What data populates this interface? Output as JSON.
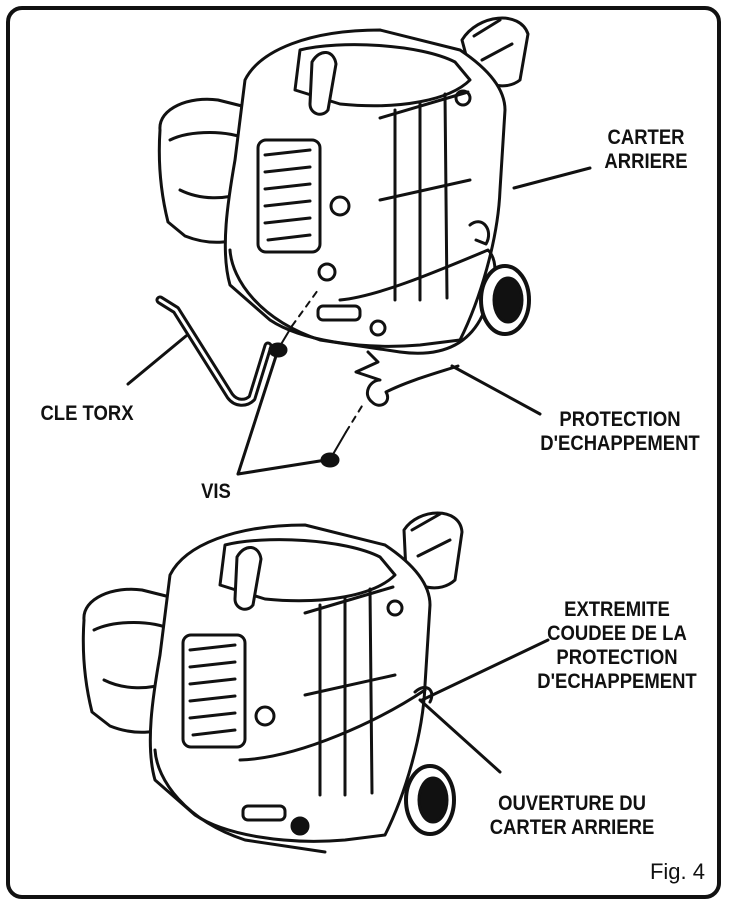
{
  "labels": {
    "rear_case": "CARTER\nARRIERE",
    "torx_key": "CLE TORX",
    "exhaust_guard": "PROTECTION\nD'ECHAPPEMENT",
    "screws": "VIS",
    "guard_bent_end": "EXTREMITE\nCOUDEE DE LA\nPROTECTION\nD'ECHAPPEMENT",
    "rear_case_opening": "OUVERTURE DU\nCARTER ARRIERE"
  },
  "figure_label": "Fig. 4",
  "colors": {
    "ink": "#111111",
    "paper": "#ffffff"
  }
}
